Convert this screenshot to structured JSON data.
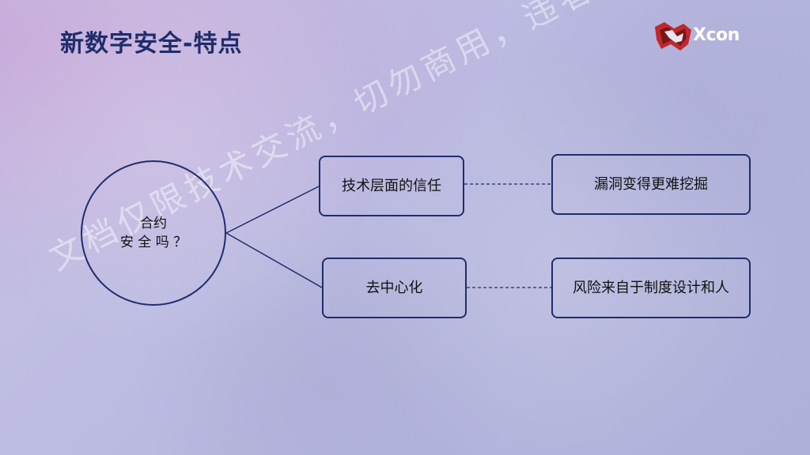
{
  "slide": {
    "title": "新数字安全-特点",
    "logo_text": "Xcon",
    "watermark": "文档仅限技术交流，切勿商用，违者必究！"
  },
  "diagram": {
    "center_line1": "合约",
    "center_line2": "安 全 吗 ？",
    "branch_top": "技术层面的信任",
    "branch_bottom": "去中心化",
    "result_top": "漏洞变得更难挖掘",
    "result_bottom": "风险来自于制度设计和人"
  },
  "colors": {
    "accent": "#1f2d6b",
    "logo_red": "#c0282d"
  }
}
